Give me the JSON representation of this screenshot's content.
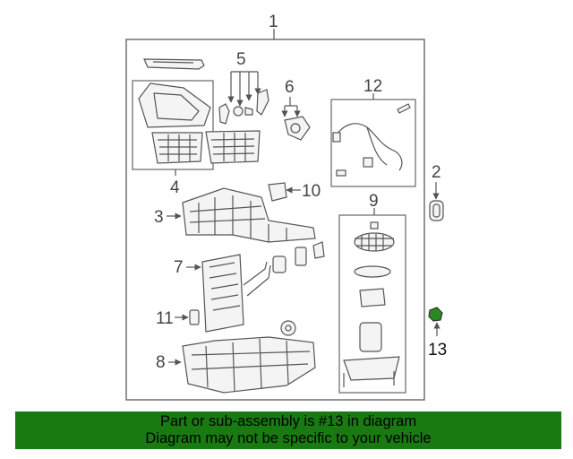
{
  "callouts": {
    "c1": "1",
    "c2": "2",
    "c3": "3",
    "c4": "4",
    "c5": "5",
    "c6": "6",
    "c7": "7",
    "c8": "8",
    "c9": "9",
    "c10": "10",
    "c11": "11",
    "c12": "12",
    "c13": "13"
  },
  "banner": {
    "line1": "Part or sub-assembly is #13 in diagram",
    "line2": "Diagram may not be specific to your vehicle"
  },
  "colors": {
    "banner_bg": "#1a7a12",
    "line": "#555555",
    "highlight_part": "#1a7a12"
  }
}
